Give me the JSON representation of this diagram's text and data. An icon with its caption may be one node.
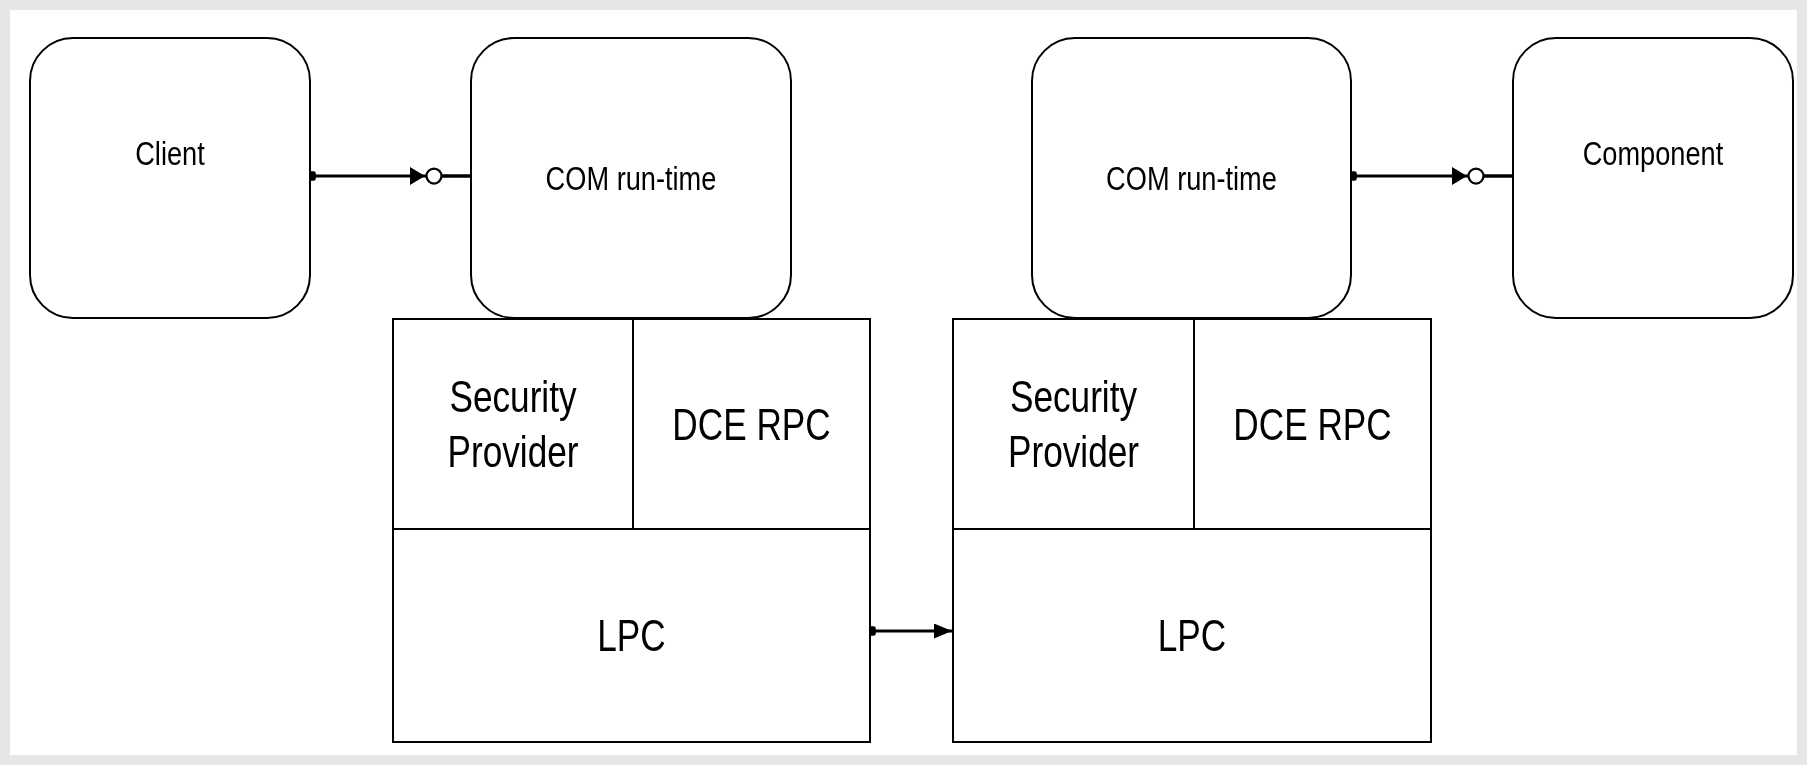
{
  "diagram": {
    "nodes": [
      {
        "text": [
          "Client"
        ]
      },
      {
        "text": [
          "COM run-time"
        ]
      },
      {
        "text": [
          "Security Provider"
        ]
      },
      {
        "text": [
          "DCE RPC"
        ]
      },
      {
        "text": [
          "LPC"
        ]
      },
      {
        "text": [
          "COM run-time"
        ]
      },
      {
        "text": [
          "Security Provider"
        ]
      },
      {
        "text": [
          "DCE RPC"
        ]
      },
      {
        "text": [
          "LPC"
        ]
      },
      {
        "text": [
          "Component"
        ]
      }
    ],
    "edges": [
      {
        "from": 0,
        "to": 1,
        "arrow": "to"
      },
      {
        "from": 4,
        "to": 8,
        "arrow": "to"
      },
      {
        "from": 5,
        "to": 9,
        "arrow": "to"
      }
    ]
  }
}
